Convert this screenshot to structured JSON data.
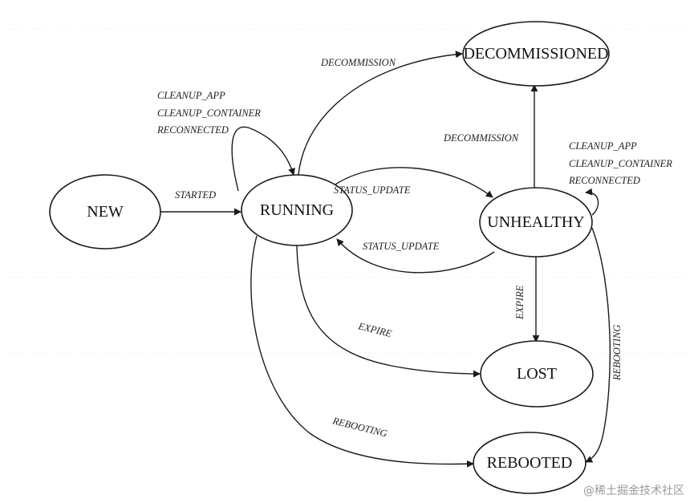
{
  "states": {
    "new": "NEW",
    "running": "RUNNING",
    "decommissioned": "DECOMMISSIONED",
    "unhealthy": "UNHEALTHY",
    "lost": "LOST",
    "rebooted": "REBOOTED"
  },
  "transitions": {
    "started": "STARTED",
    "running_decommission": "DECOMMISSION",
    "running_self_loop": [
      "CLEANUP_APP",
      "CLEANUP_CONTAINER",
      "RECONNECTED"
    ],
    "running_to_unhealthy": "STATUS_UPDATE",
    "unhealthy_to_running": "STATUS_UPDATE",
    "unhealthy_decommission": "DECOMMISSION",
    "unhealthy_self_loop": [
      "CLEANUP_APP",
      "CLEANUP_CONTAINER",
      "RECONNECTED"
    ],
    "running_expire": "EXPIRE",
    "unhealthy_expire": "EXPIRE",
    "running_rebooting": "REBOOTING",
    "unhealthy_rebooting": "REBOOTING"
  },
  "watermark": "@稀土掘金技术社区"
}
